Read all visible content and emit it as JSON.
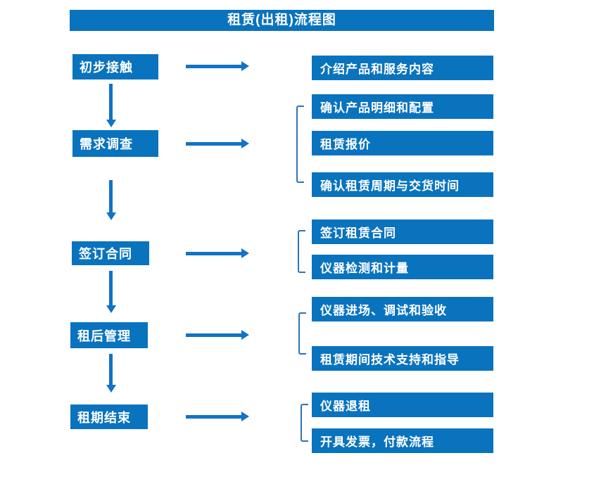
{
  "title": "租赁(出租)流程图",
  "colors": {
    "box_blue": "#0a73be",
    "arrow_blue": "#1173c5",
    "bracket_blue": "#2e74b5",
    "text_white": "#ffffff",
    "background": "#ffffff"
  },
  "steps": [
    {
      "label": "初步接触",
      "details": [
        "介绍产品和服务内容"
      ]
    },
    {
      "label": "需求调查",
      "details": [
        "确认产品明细和配置",
        "租赁报价",
        "确认租赁周期与交货时间"
      ]
    },
    {
      "label": "签订合同",
      "details": [
        "签订租赁合同",
        "仪器检测和计量"
      ]
    },
    {
      "label": "租后管理",
      "details": [
        "仪器进场、调试和验收",
        "租赁期间技术支持和指导"
      ]
    },
    {
      "label": "租期结束",
      "details": [
        "仪器退租",
        "开具发票，付款流程"
      ]
    }
  ]
}
